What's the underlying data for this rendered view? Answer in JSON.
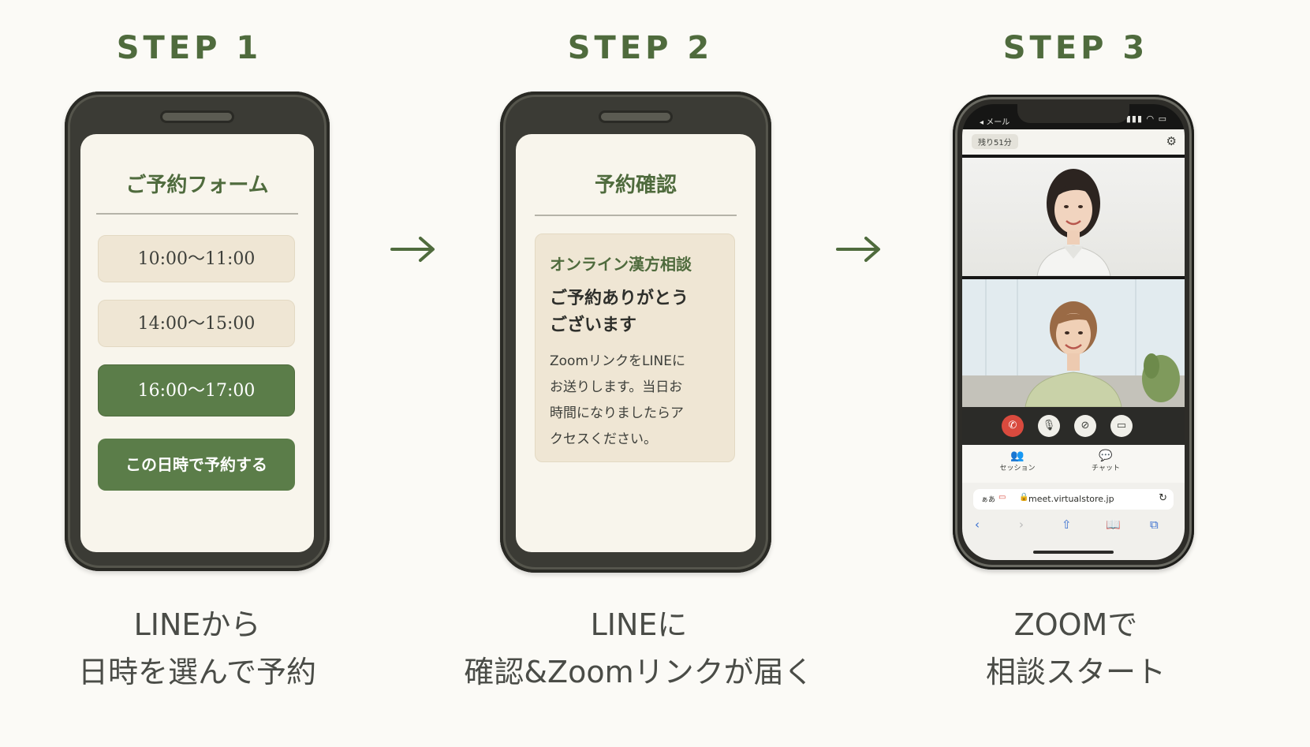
{
  "steps": [
    {
      "title": "STEP 1",
      "caption_line1": "LINEから",
      "caption_line2": "日時を選んで予約"
    },
    {
      "title": "STEP 2",
      "caption_line1": "LINEに",
      "caption_line2": "確認&Zoomリンクが届く"
    },
    {
      "title": "STEP 3",
      "caption_line1": "ZOOMで",
      "caption_line2": "相談スタート"
    }
  ],
  "arrow_glyph": "→",
  "form": {
    "title": "ご予約フォーム",
    "slots": [
      "10:00〜11:00",
      "14:00〜15:00",
      "16:00〜17:00"
    ],
    "selected_index": 2,
    "reserve_button": "この日時で予約する"
  },
  "confirm": {
    "title": "予約確認",
    "subtitle": "オンライン漢方相談",
    "thanks_line1": "ご予約ありがとう",
    "thanks_line2": "ございます",
    "body_line1": "ZoomリンクをLINEに",
    "body_line2": "お送りします。当日お",
    "body_line3": "時間になりましたらア",
    "body_line4": "クセスください。"
  },
  "zoom": {
    "status_back": "◂ メール",
    "time_left": "残り51分",
    "tab_session": "セッション",
    "tab_chat": "チャット",
    "url_aa": "ぁあ",
    "url": "meet.virtualstore.jp"
  },
  "colors": {
    "accent_green": "#4f6b3d",
    "button_green": "#5b7d49",
    "slot_beige": "#efe6d4",
    "end_call_red": "#d94a3e"
  },
  "icons": [
    "arrow-right-icon",
    "gear-icon",
    "end-call-icon",
    "mic-icon",
    "video-off-icon",
    "camera-icon",
    "session-icon",
    "chat-icon",
    "lock-icon",
    "reload-icon",
    "back-icon",
    "forward-icon",
    "share-icon",
    "bookmarks-icon",
    "tabs-icon"
  ]
}
